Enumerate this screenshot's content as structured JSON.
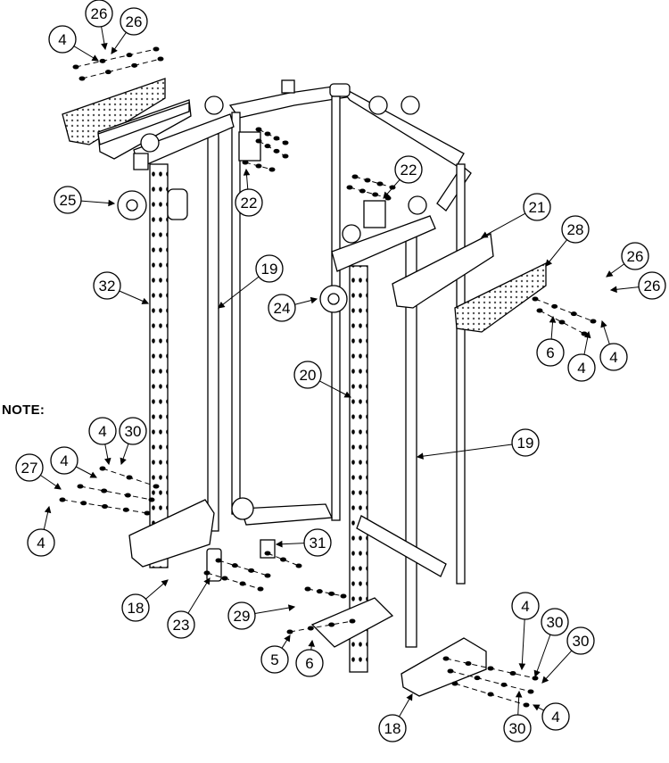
{
  "note_label": "NOTE:",
  "callouts": [
    "26",
    "26",
    "4",
    "22",
    "22",
    "25",
    "21",
    "28",
    "26",
    "26",
    "32",
    "19",
    "24",
    "6",
    "4",
    "4",
    "20",
    "19",
    "4",
    "30",
    "4",
    "27",
    "4",
    "31",
    "18",
    "23",
    "29",
    "5",
    "6",
    "4",
    "30",
    "30",
    "18",
    "30",
    "4"
  ],
  "colors": {
    "line": "#000000",
    "fill": "#ffffff",
    "perforation": "#555555"
  }
}
